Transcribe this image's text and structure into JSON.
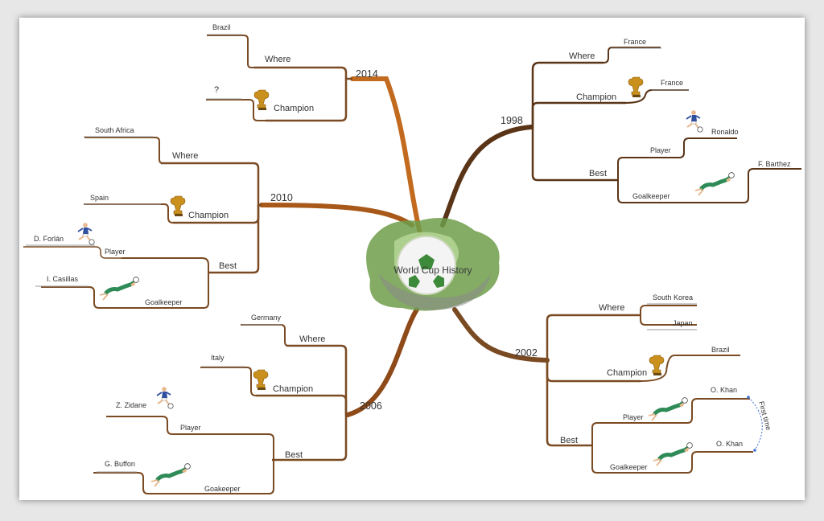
{
  "center": {
    "title": "World Cup History"
  },
  "colors": {
    "branch": "#7a4a22",
    "trunk_left": "#c26a1e",
    "trunk_right": "#5a3417",
    "underline": "#9a9a9a",
    "note": "#3b6fd1"
  },
  "years": {
    "y2014": {
      "label": "2014",
      "where": "Where",
      "where_value": "Brazil",
      "champion": "Champion",
      "champion_value": "?"
    },
    "y2010": {
      "label": "2010",
      "where": "Where",
      "where_value": "South Africa",
      "champion": "Champion",
      "champion_value": "Spain",
      "best": "Best",
      "player": "Player",
      "player_value": "D. Forlán",
      "goalkeeper": "Goalkeeper",
      "goalkeeper_value": "I. Casillas"
    },
    "y2006": {
      "label": "2006",
      "where": "Where",
      "where_value": "Germany",
      "champion": "Champion",
      "champion_value": "Italy",
      "best": "Best",
      "player": "Player",
      "player_value": "Z. Zidane",
      "goalkeeper": "Goakeeper",
      "goalkeeper_value": "G. Buffon"
    },
    "y1998": {
      "label": "1998",
      "where": "Where",
      "where_value": "France",
      "champion": "Champion",
      "champion_value": "France",
      "best": "Best",
      "player": "Player",
      "player_value": "Ronaldo",
      "goalkeeper": "Goalkeeper",
      "goalkeeper_value": "F. Barthez"
    },
    "y2002": {
      "label": "2002",
      "where": "Where",
      "where_value_1": "South Korea",
      "where_value_2": "Japan",
      "champion": "Champion",
      "champion_value": "Brazil",
      "best": "Best",
      "player": "Player",
      "player_value": "O. Khan",
      "goalkeeper": "Goalkeeper",
      "goalkeeper_value": "O. Khan",
      "note": "First time"
    }
  },
  "icons": {
    "trophy": "trophy-icon",
    "footballer": "footballer-icon",
    "goalkeeper": "goalkeeper-icon",
    "center": "soccer-ball-icon"
  }
}
